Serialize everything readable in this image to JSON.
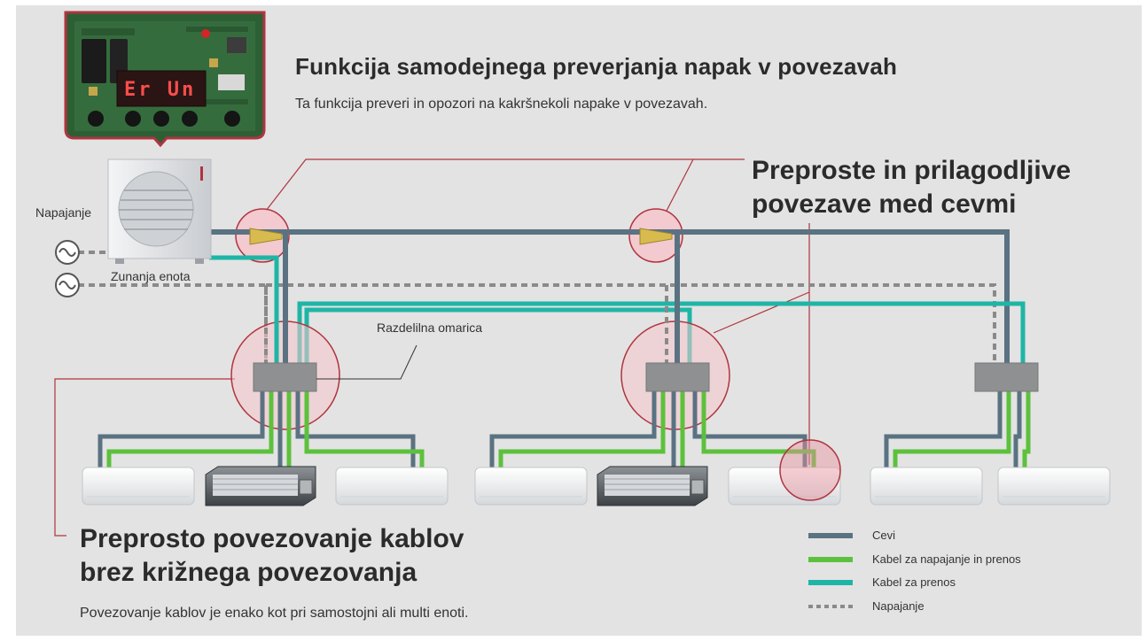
{
  "title": "Funkcija samodejnega preverjanja napak v povezavah",
  "subtitle": "Ta funkcija preveri in opozori na kakršnekoli napake v povezavah.",
  "callout_pipes": "Preproste in prilagodljive povezave med cevmi",
  "callout_wiring": "Preprosto povezovanje kablov brez križnega povezovanja",
  "wiring_note": "Povezovanje kablov je enako kot pri samostojni ali multi enoti.",
  "labels": {
    "power_supply": "Napajanje",
    "outdoor_unit": "Zunanja enota",
    "junction_box": "Razdelilna omarica"
  },
  "display_readout": "Er Un",
  "legend": [
    {
      "label": "Cevi",
      "color": "#5a7282",
      "style": "solid"
    },
    {
      "label": "Kabel za napajanje in prenos",
      "color": "#5cc13c",
      "style": "solid"
    },
    {
      "label": "Kabel za prenos",
      "color": "#1fb5a6",
      "style": "solid"
    },
    {
      "label": "Napajanje",
      "color": "#8a8a8a",
      "style": "dashed"
    }
  ],
  "colors": {
    "background": "#e3e3e3",
    "accent": "#b0343f",
    "highlight": "#f6c6cc"
  }
}
